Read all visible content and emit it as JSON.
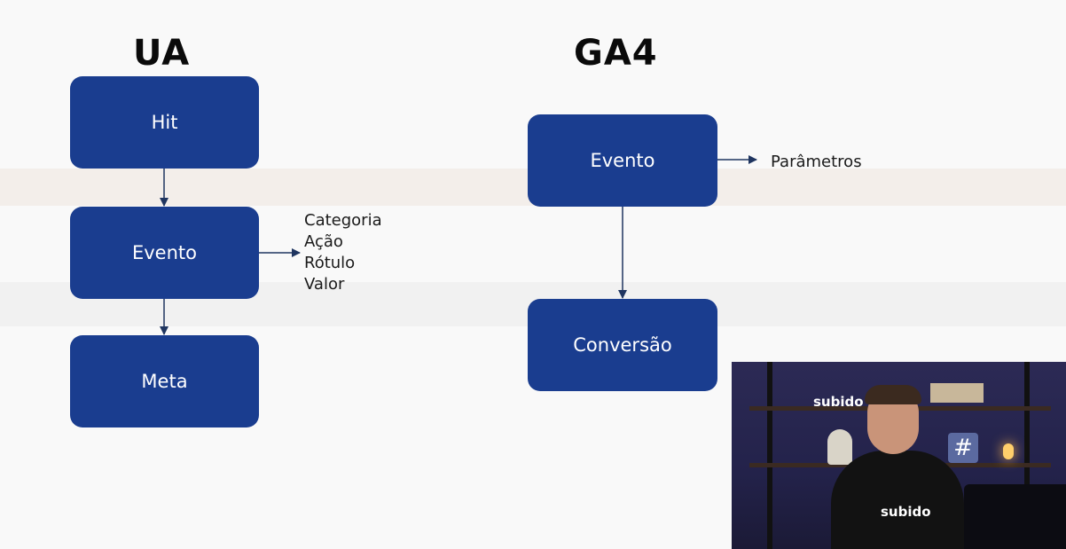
{
  "headings": {
    "ua": "UA",
    "ga4": "GA4"
  },
  "ua_flow": {
    "hit": "Hit",
    "evento": "Evento",
    "meta": "Meta",
    "evento_params": [
      "Categoria",
      "Ação",
      "Rótulo",
      "Valor"
    ]
  },
  "ga4_flow": {
    "evento": "Evento",
    "conversao": "Conversão",
    "evento_params": "Parâmetros"
  },
  "colors": {
    "box": "#1a3d8f",
    "arrow": "#1f3560",
    "heading": "#0a0a0a"
  },
  "webcam": {
    "brand_sign": "subido",
    "shirt_logo": "subido"
  }
}
